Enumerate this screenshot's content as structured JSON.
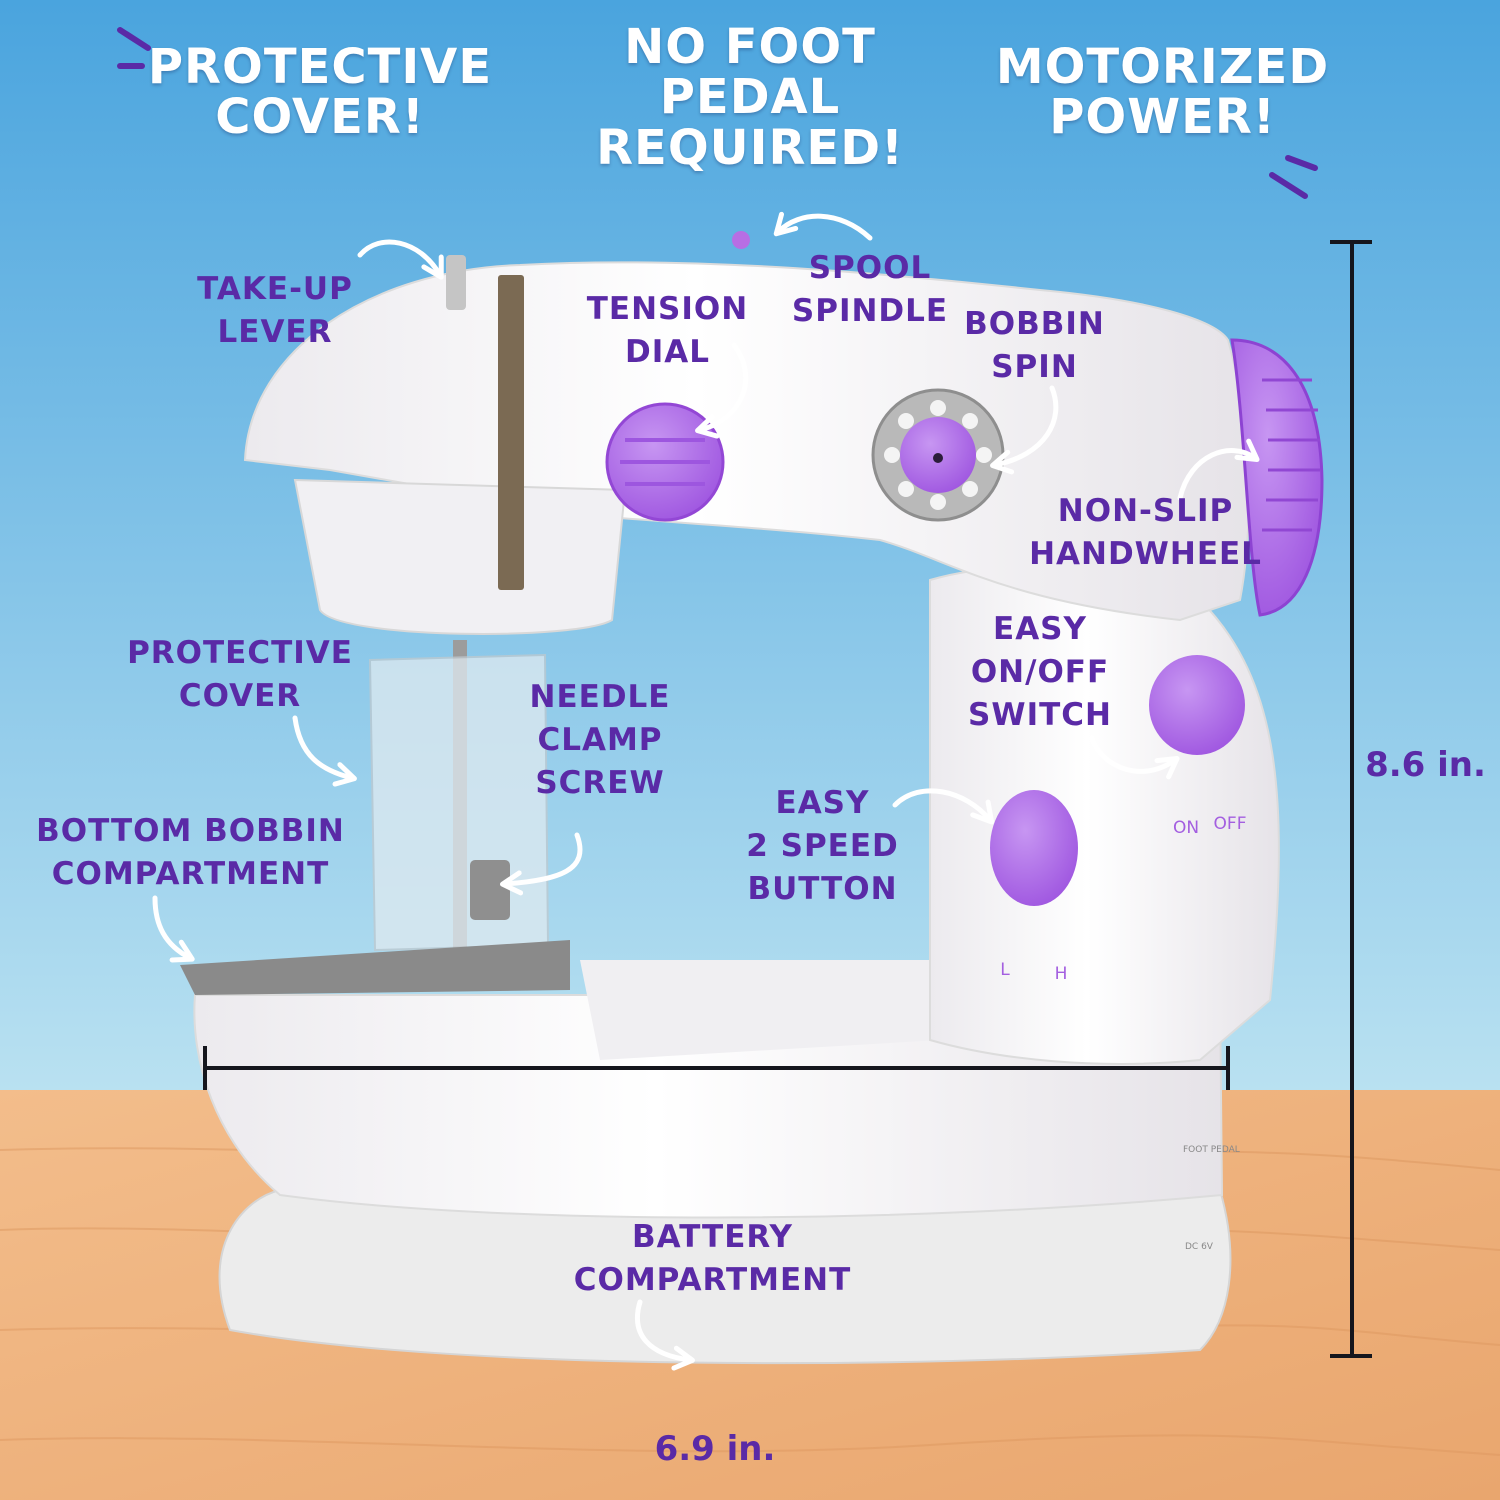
{
  "colors": {
    "sky_top": "#4aa4de",
    "sky_bottom": "#b9e1f1",
    "wood": "#f0b27c",
    "machine_white": "#f7f7f7",
    "accent_purple": "#a45fe0",
    "label_text": "#5a2aa6",
    "header_text": "#ffffff"
  },
  "headlines": {
    "protective": [
      "PROTECTIVE",
      "COVER!"
    ],
    "no_pedal": [
      "NO FOOT",
      "PEDAL",
      "REQUIRED!"
    ],
    "motorized": [
      "MOTORIZED",
      "POWER!"
    ]
  },
  "callouts": {
    "take_up_lever": [
      "TAKE-UP",
      "LEVER"
    ],
    "tension_dial": [
      "TENSION",
      "DIAL"
    ],
    "spool_spindle": [
      "SPOOL",
      "SPINDLE"
    ],
    "bobbin_spin": [
      "BOBBIN",
      "SPIN"
    ],
    "non_slip_handwheel": [
      "NON-SLIP",
      "HANDWHEEL"
    ],
    "protective_cover": [
      "PROTECTIVE",
      "COVER"
    ],
    "needle_clamp_screw": [
      "NEEDLE",
      "CLAMP",
      "SCREW"
    ],
    "easy_on_off_switch": [
      "EASY",
      "ON/OFF",
      "SWITCH"
    ],
    "easy_speed_button": [
      "EASY",
      "2 SPEED",
      "BUTTON"
    ],
    "bottom_bobbin_compartment": [
      "BOTTOM BOBBIN",
      "COMPARTMENT"
    ],
    "battery_compartment": [
      "BATTERY",
      "COMPARTMENT"
    ]
  },
  "dimensions": {
    "height": "8.6 in.",
    "width": "6.9 in."
  },
  "machine_markings": {
    "on": "ON",
    "off": "OFF",
    "low": "L",
    "high": "H",
    "foot_pedal": "FOOT PEDAL",
    "dc_in": "DC 6V"
  },
  "icons": [
    "sparkle-dash-icon",
    "curved-arrow-icon",
    "power-plug-icon"
  ]
}
